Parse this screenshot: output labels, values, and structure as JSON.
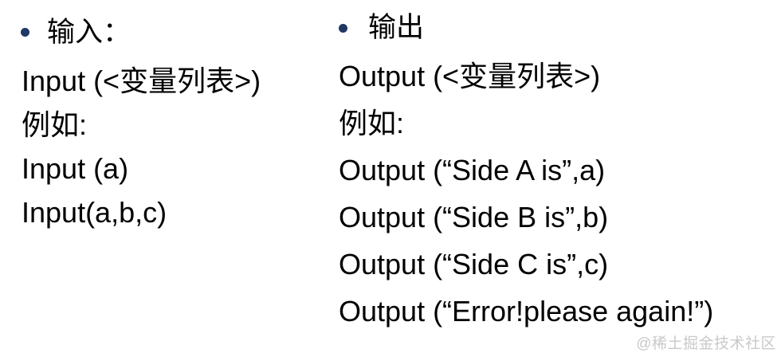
{
  "slide": {
    "background_color": "#ffffff",
    "text_color": "#000000",
    "bullet_color": "#1F3864",
    "columns": {
      "left": {
        "bullet": {
          "marker": "bullet-dot",
          "label": "输入："
        },
        "lines": [
          "Input (<变量列表>)",
          "例如:",
          "Input (a)",
          "Input(a,b,c)"
        ]
      },
      "right": {
        "bullet": {
          "marker": "bullet-dot",
          "label": "输出"
        },
        "lines": [
          "Output (<变量列表>)",
          "例如:",
          "Output (“Side A is”,a)",
          "Output (“Side B is”,b)",
          "Output (“Side C is”,c)",
          "Output (“Error!please again!”)"
        ]
      }
    }
  },
  "watermark": {
    "text": "@稀土掘金技术社区",
    "color": "#c9c9c9"
  }
}
